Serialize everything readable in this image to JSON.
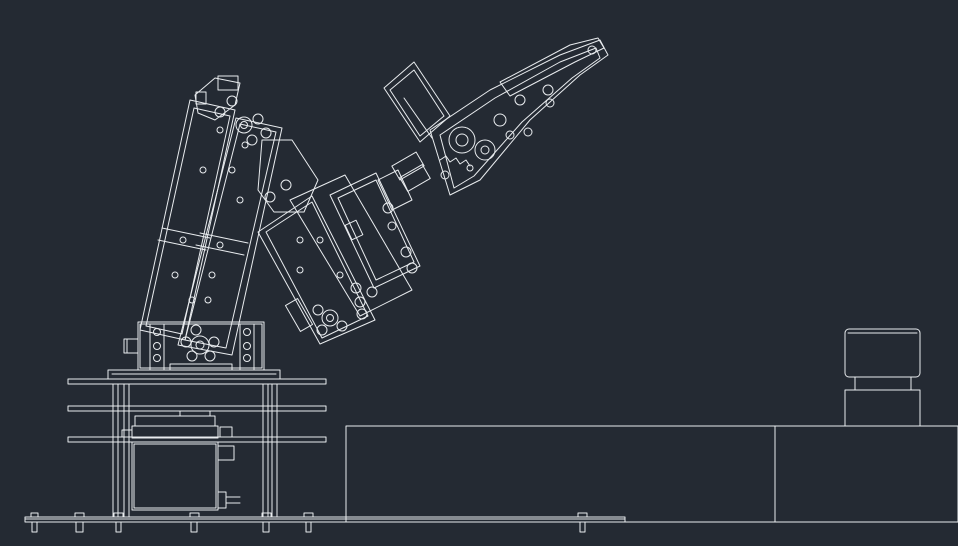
{
  "canvas": {
    "background": "#242a33",
    "line_color": "#e9ecef"
  },
  "diagram": {
    "type": "cad-line-drawing",
    "subject": "robotic-arm-assembly",
    "parts": [
      "base-plate",
      "base-servo",
      "stacked-mounting-plates",
      "shoulder-bracket",
      "lower-arm-link",
      "elbow-servo",
      "forearm-link",
      "wrist-servo",
      "gripper-servo",
      "gripper-claw",
      "platform-block",
      "cylindrical-object"
    ]
  }
}
